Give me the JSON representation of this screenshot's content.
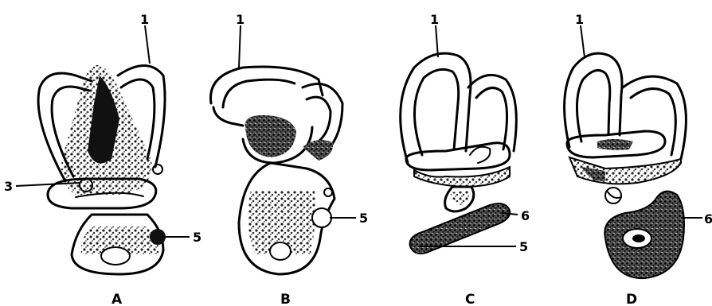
{
  "panels": {
    "a": {
      "letter": "A",
      "labels": [
        "1",
        "3",
        "5"
      ]
    },
    "b": {
      "letter": "B",
      "labels": [
        "1",
        "5"
      ]
    },
    "c": {
      "letter": "C",
      "labels": [
        "1",
        "6",
        "5"
      ]
    },
    "d": {
      "letter": "D",
      "labels": [
        "1",
        "6"
      ]
    }
  }
}
